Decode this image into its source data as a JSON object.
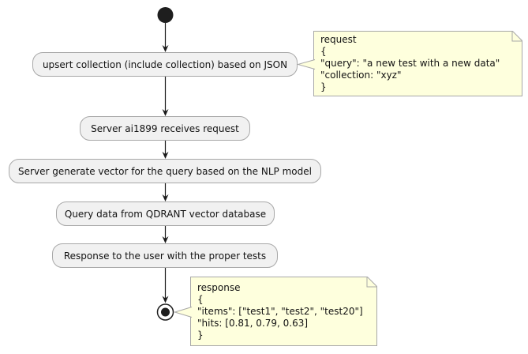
{
  "diagram": {
    "type": "activity-flow",
    "background": "#FFFFFF",
    "colors": {
      "activity_fill": "#F1F1F1",
      "activity_border": "#A8A8A8",
      "note_fill": "#FEFFDD",
      "note_border": "#A8A8A8",
      "flow_line": "#1A1A1A",
      "text": "#121212"
    },
    "start_node": {
      "shape": "filled-circle"
    },
    "activities": [
      {
        "label": "upsert collection (include collection) based on JSON"
      },
      {
        "label": "Server ai1899 receives request"
      },
      {
        "label": "Server generate vector for the query based on the NLP model"
      },
      {
        "label": "Query data from QDRANT vector database"
      },
      {
        "label": "Response to the user with the proper tests"
      }
    ],
    "notes": [
      {
        "name": "request-note",
        "attached_to": "activity-1",
        "lines": [
          "request",
          "{",
          "\"query\": \"a new test with a new data\"",
          "\"collection: \"xyz\"",
          "}"
        ]
      },
      {
        "name": "response-note",
        "attached_to": "end-node",
        "lines": [
          "response",
          "{",
          "\"items\": [\"test1\", \"test2\", \"test20\"]",
          "\"hits: [0.81, 0.79, 0.63]",
          "}"
        ]
      }
    ],
    "end_node": {
      "shape": "circled-dot"
    }
  }
}
